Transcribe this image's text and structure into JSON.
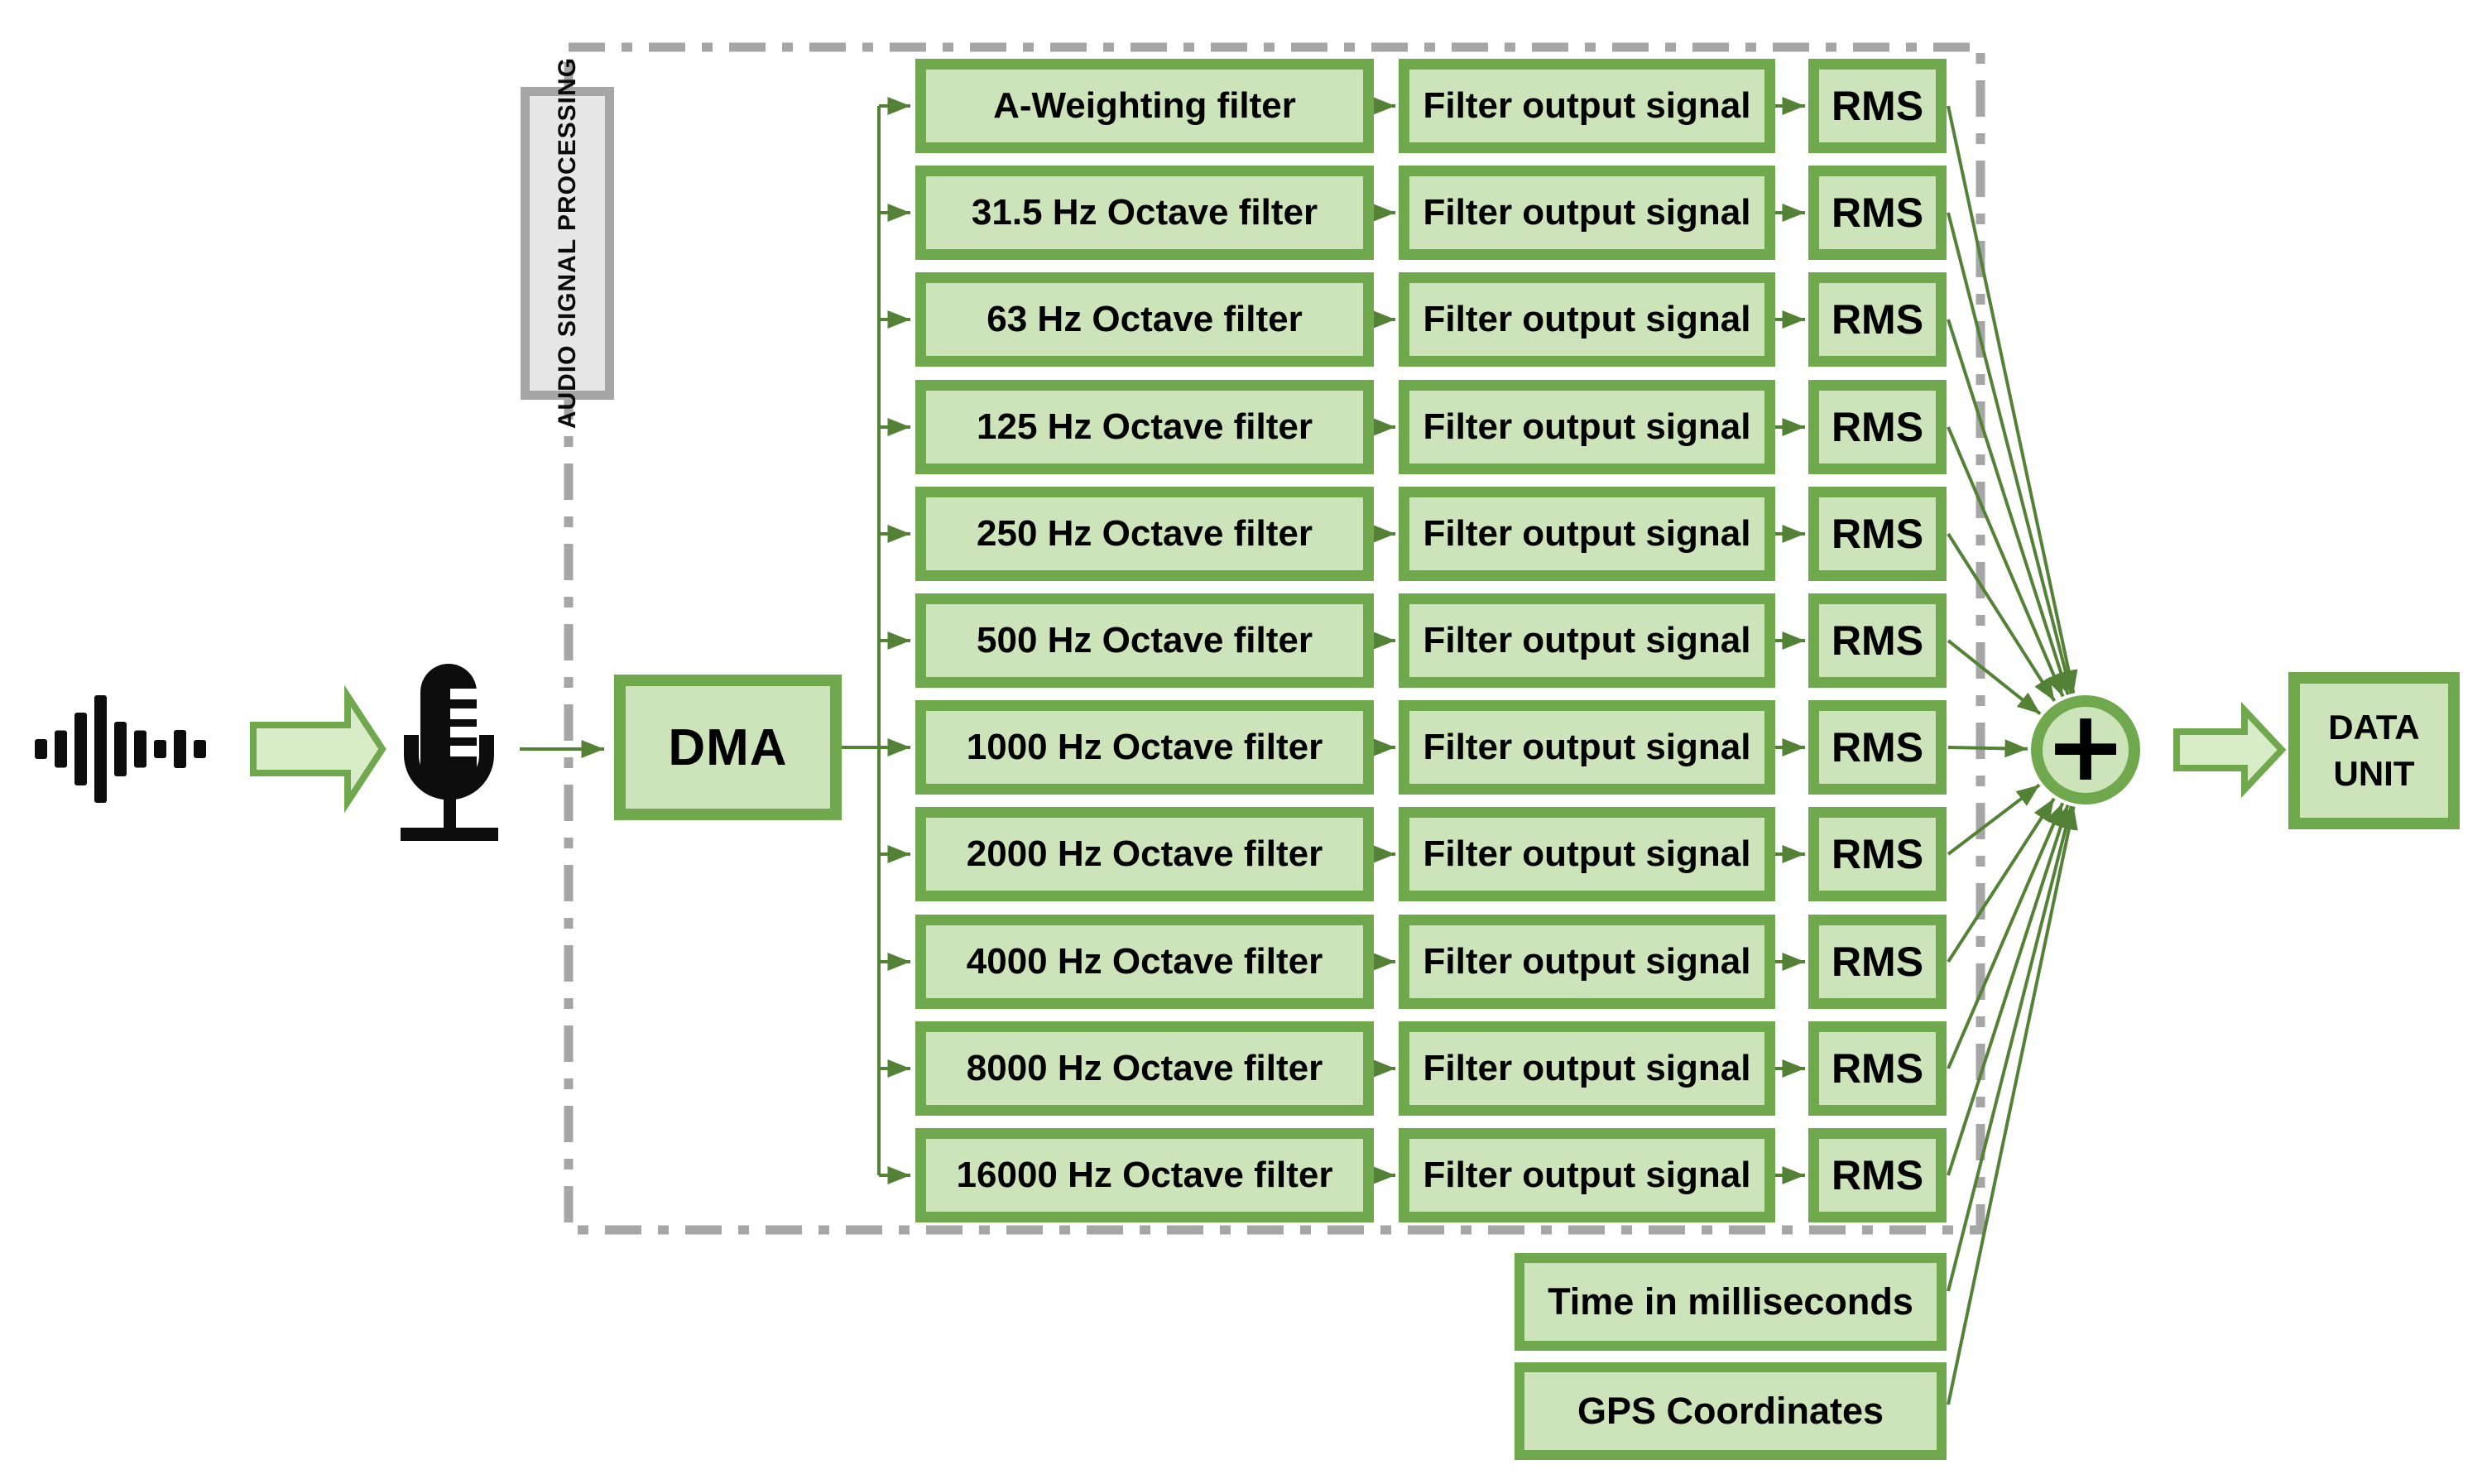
{
  "diagram": {
    "region_label": "AUDIO SIGNAL PROCESSING",
    "dma_label": "DMA",
    "filters": [
      "A-Weighting filter",
      "31.5 Hz Octave filter",
      "63 Hz Octave filter",
      "125 Hz Octave filter",
      "250 Hz Octave filter",
      "500 Hz Octave filter",
      "1000 Hz Octave filter",
      "2000 Hz Octave filter",
      "4000 Hz Octave filter",
      "8000 Hz Octave filter",
      "16000 Hz Octave filter"
    ],
    "labels": {
      "filter_output": "Filter output signal",
      "rms": "RMS",
      "sum": "+"
    },
    "data_unit": {
      "line1": "DATA",
      "line2": "UNIT"
    },
    "aux_inputs": {
      "time": "Time in milliseconds",
      "gps": "GPS Coordinates"
    },
    "icons": {
      "waveform": "audio-waveform-icon",
      "microphone": "microphone-icon"
    },
    "colors": {
      "box_border": "#70a84e",
      "box_fill": "#cde3ba",
      "block_arrow_fill": "#d9ecc8",
      "connector_line": "#538135",
      "dashed_border": "#a6a6a6",
      "region_label_fill": "#e8e7e7",
      "region_label_border": "#a6a6a6",
      "icon": "#0d0d0d",
      "text": "#000000"
    }
  }
}
